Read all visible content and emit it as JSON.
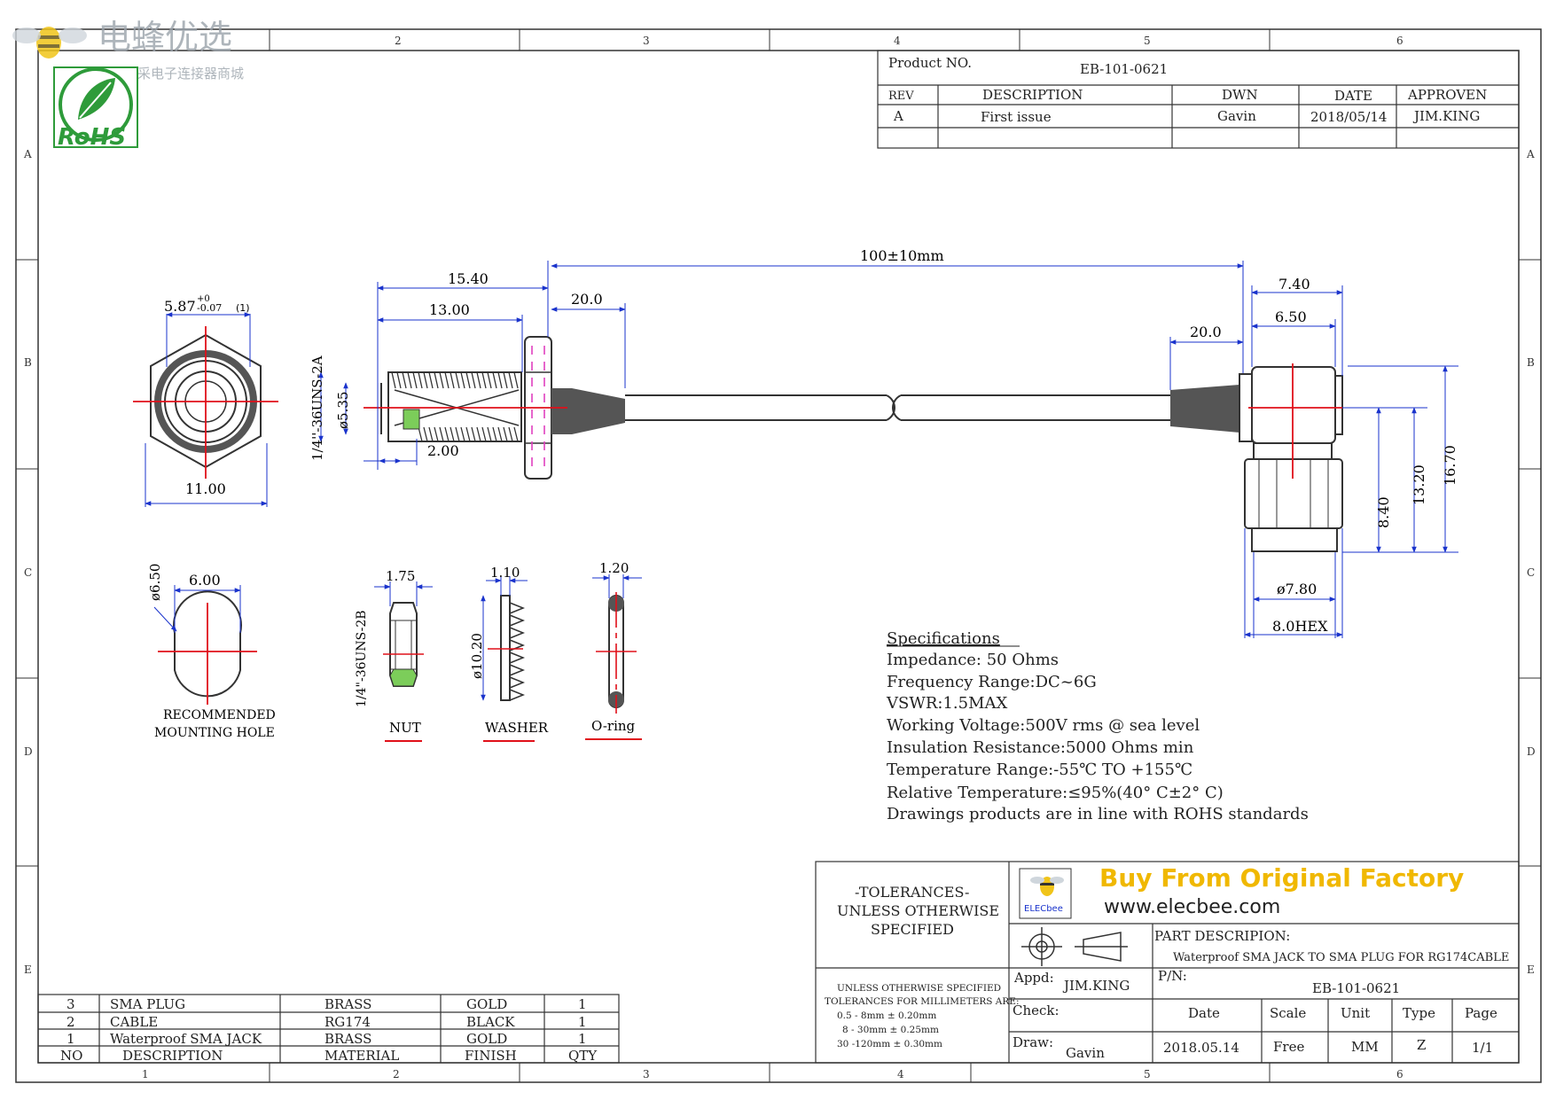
{
  "logo": {
    "cn_title": "电蜂优选",
    "cn_subtitle": "原厂直采电子连接器商城",
    "rohs": "RoHS"
  },
  "frame": {
    "columns": [
      "1",
      "2",
      "3",
      "4",
      "5",
      "6"
    ],
    "rows": [
      "A",
      "B",
      "C",
      "D",
      "E"
    ]
  },
  "product": {
    "label": "Product NO.",
    "number": "EB-101-0621"
  },
  "revision": {
    "headers": [
      "REV",
      "DESCRIPTION",
      "DWN",
      "DATE",
      "APPROVEN"
    ],
    "row": [
      "A",
      "First issue",
      "Gavin",
      "2018/05/14",
      "JIM.KING"
    ]
  },
  "dims": {
    "hex_dia": "5.87",
    "hex_tol_up": "+0",
    "hex_tol_down": "-0.07",
    "hex_note": "(1)",
    "hex_width": "11.00",
    "len_15": "15.40",
    "len_13": "13.00",
    "heat_left": "20.0",
    "cable_len": "100±10mm",
    "thread_main": "1/4''-36UNS-2A",
    "bore": "ø5.35",
    "thread_len": "2.00",
    "heat_right": "20.0",
    "plug_740": "7.40",
    "plug_650": "6.50",
    "plug_840": "8.40",
    "plug_1320": "13.20",
    "plug_1670": "16.70",
    "plug_dia": "ø7.80",
    "plug_hex": "8.0HEX",
    "hole_dia": "ø6.50",
    "hole_flat": "6.00",
    "hole_label_1": "RECOMMENDED",
    "hole_label_2": "MOUNTING HOLE",
    "nut_w": "1.75",
    "nut_thread": "1/4\"-36UNS-2B",
    "nut_label": "NUT",
    "washer_w": "1.10",
    "washer_dia": "ø10.20",
    "washer_label": "WASHER",
    "oring_w": "1.20",
    "oring_label": "O-ring"
  },
  "specs": {
    "title": "Specifications",
    "lines": [
      "Impedance: 50 Ohms",
      "Frequency Range:DC~6G",
      "VSWR:1.5MAX",
      "Working Voltage:500V rms @ sea level",
      "Insulation Resistance:5000 Ohms min",
      "Temperature Range:-55℃ TO +155℃",
      "Relative Temperature:≤95%(40° C±2° C)",
      "Drawings products are in line with ROHS standards"
    ]
  },
  "bom": {
    "rows": [
      [
        "3",
        "SMA PLUG",
        "BRASS",
        "GOLD",
        "1"
      ],
      [
        "2",
        "CABLE",
        "RG174",
        "BLACK",
        "1"
      ],
      [
        "1",
        "Waterproof SMA JACK",
        "BRASS",
        "GOLD",
        "1"
      ]
    ],
    "header": [
      "NO",
      "DESCRIPTION",
      "MATERIAL",
      "FINISH",
      "QTY"
    ]
  },
  "title_block": {
    "tol_1": "-TOLERANCES-",
    "tol_2": "UNLESS OTHERWISE",
    "tol_3": "SPECIFIED",
    "tol_small": [
      "UNLESS OTHERWISE SPECIFIED",
      "TOLERANCES FOR MILLIMETERS ARE:",
      "0.5 - 8mm ± 0.20mm",
      "8 - 30mm ± 0.25mm",
      "30 -120mm ± 0.30mm"
    ],
    "logo_text": "ELECbee",
    "banner": "Buy From Original Factory",
    "website": "www.elecbee.com",
    "part_desc_label": "PART DESCRIPION:",
    "part_desc": "Waterproof SMA JACK TO SMA PLUG FOR RG174CABLE",
    "appd_label": "Appd:",
    "appd": "JIM.KING",
    "pn_label": "P/N:",
    "pn": "EB-101-0621",
    "check_label": "Check:",
    "draw_label": "Draw:",
    "draw": "Gavin",
    "col_headers": [
      "Date",
      "Scale",
      "Unit",
      "Type",
      "Page"
    ],
    "col_values": [
      "2018.05.14",
      "Free",
      "MM",
      "Z",
      "1/1"
    ]
  },
  "colors": {
    "dimension": "#1a33cc",
    "centerline": "#e0101a",
    "body": "#333333",
    "banner": "#f0b800",
    "rohs_green": "#2e9b3a",
    "heatshrink": "#555555",
    "magenta": "#e040c0"
  }
}
